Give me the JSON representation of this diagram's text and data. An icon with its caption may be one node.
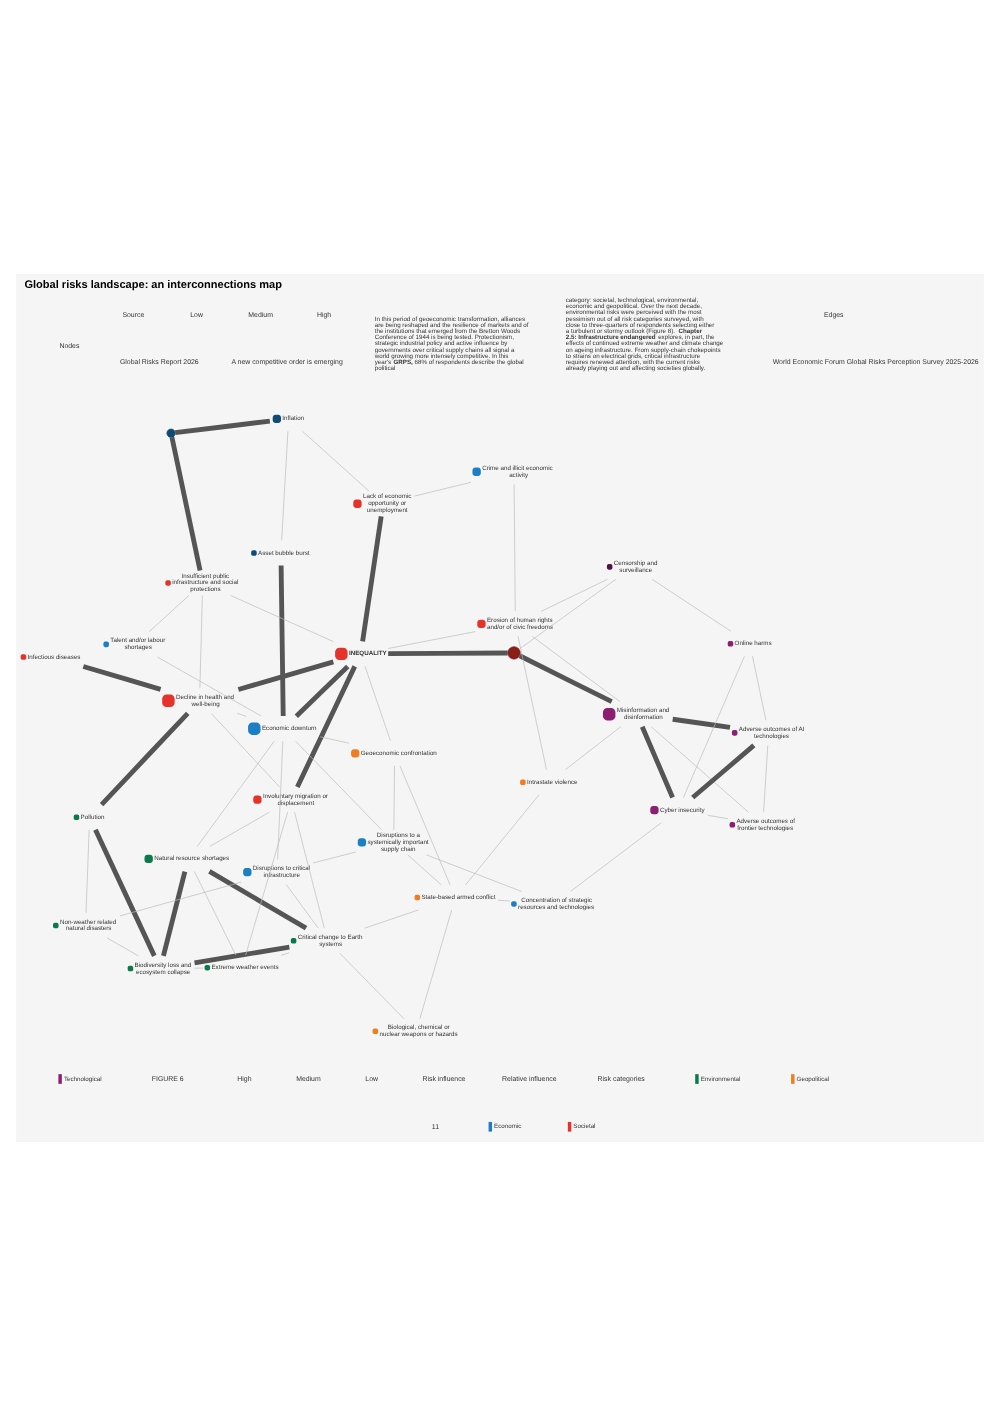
{
  "diagram": {
    "title": "Global risks landscape: an interconnections map",
    "nodes": [
      {
        "text": [
          "Critical change to Earth systems"
        ]
      },
      {
        "text": [
          "Biological, chemical or nuclear weapons or hazards"
        ]
      },
      {
        "text": [
          "Biodiversity loss and ecosystem collapse"
        ]
      },
      {
        "text": [
          "State-based armed conflict"
        ]
      },
      {
        "text": [
          "Non-weather related natural disasters"
        ]
      },
      {
        "text": [
          "Extreme weather events"
        ]
      },
      {
        "text": [
          "Disruptions to critical infrastructure"
        ]
      },
      {
        "text": [
          "Concentration of strategic resources and technologies"
        ]
      },
      {
        "text": [
          "Adverse outcomes of frontier technologies"
        ]
      },
      {
        "text": [
          "Pollution"
        ]
      },
      {
        "text": [
          "Natural resource shortages"
        ]
      },
      {
        "text": [
          "Involuntary migration or displacement"
        ]
      },
      {
        "text": [
          "Disruptions to a systemically important supply chain"
        ]
      },
      {
        "text": [
          "Misinformation and disinformation"
        ]
      },
      {
        "text": [
          "Cyber insecurity"
        ]
      },
      {
        "text": [
          "Infectious diseases"
        ]
      },
      {
        "text": [
          "Decline in health and well-being"
        ]
      },
      {
        "text": [
          "Economic downturn"
        ]
      },
      {
        "text": [
          "Geoeconomic confrontation"
        ]
      },
      {
        "text": [
          "Intrastate violence"
        ]
      },
      {
        "text": [
          "Adverse outcomes of AI technologies"
        ]
      },
      {
        "text": [
          "INEQUALITY"
        ]
      },
      {
        "text": [
          "Talent and/or labour shortages"
        ]
      },
      {
        "text": [
          "Insufficient public infrastructure and social protections"
        ]
      },
      {
        "text": [
          "Erosion of human rights and/or of civic freedoms"
        ]
      },
      {
        "text": [
          "Online harms"
        ]
      },
      {
        "text": [
          "Asset bubble burst"
        ]
      },
      {
        "text": [],
        "shape": "circle"
      },
      {
        "text": [],
        "shape": "circle"
      },
      {
        "text": [
          "Censorship and surveillance"
        ]
      },
      {
        "text": [
          "Inflation"
        ]
      },
      {
        "text": [
          "Lack of economic opportunity or unemployment"
        ]
      },
      {
        "text": [
          "Crime and illicit economic activity"
        ]
      }
    ],
    "edges": [
      {
        "from": 0,
        "to": 2,
        "arrow": "none",
        "style": "thick",
        "color": "#555555"
      },
      {
        "from": 2,
        "to": 9,
        "arrow": "none",
        "style": "thick",
        "color": "#555555"
      },
      {
        "from": 2,
        "to": 10,
        "arrow": "none",
        "style": "thick",
        "color": "#555555"
      },
      {
        "from": 0,
        "to": 10,
        "arrow": "none",
        "style": "thick",
        "color": "#555555"
      },
      {
        "from": 9,
        "to": 16,
        "arrow": "none",
        "style": "thick",
        "color": "#555555"
      },
      {
        "from": 15,
        "to": 16,
        "arrow": "none",
        "style": "thick",
        "color": "#555555"
      },
      {
        "from": 16,
        "to": 21,
        "arrow": "none",
        "style": "thick",
        "color": "#555555"
      },
      {
        "from": 17,
        "to": 21,
        "arrow": "none",
        "style": "thick",
        "color": "#555555"
      },
      {
        "from": 11,
        "to": 21,
        "arrow": "none",
        "style": "thick",
        "color": "#555555"
      },
      {
        "from": 13,
        "to": 20,
        "arrow": "none",
        "style": "thick",
        "color": "#555555"
      },
      {
        "from": 14,
        "to": 20,
        "arrow": "none",
        "style": "thick",
        "color": "#555555"
      },
      {
        "from": 13,
        "to": 14,
        "arrow": "none",
        "style": "thick",
        "color": "#555555"
      },
      {
        "from": 23,
        "to": 27,
        "arrow": "none",
        "style": "thick",
        "color": "#555555"
      },
      {
        "from": 27,
        "to": 30,
        "arrow": "none",
        "style": "thick",
        "color": "#555555"
      },
      {
        "from": 13,
        "to": 28,
        "arrow": "none",
        "style": "thick",
        "color": "#555555"
      },
      {
        "from": 17,
        "to": 26,
        "arrow": "none",
        "style": "thick",
        "color": "#555555"
      },
      {
        "from": 21,
        "to": 28,
        "arrow": "none",
        "style": "thick",
        "color": "#555555"
      },
      {
        "from": 21,
        "to": 31,
        "arrow": "none",
        "style": "thick",
        "color": "#555555"
      },
      {
        "from": 0,
        "to": 1,
        "arrow": "none"
      },
      {
        "from": 0,
        "to": 3,
        "arrow": "none"
      },
      {
        "from": 0,
        "to": 5,
        "arrow": "none"
      },
      {
        "from": 0,
        "to": 6,
        "arrow": "none"
      },
      {
        "from": 0,
        "to": 11,
        "arrow": "none"
      },
      {
        "from": 1,
        "to": 3,
        "arrow": "none"
      },
      {
        "from": 2,
        "to": 5,
        "arrow": "none"
      },
      {
        "from": 2,
        "to": 4,
        "arrow": "none"
      },
      {
        "from": 4,
        "to": 9,
        "arrow": "none"
      },
      {
        "from": 4,
        "to": 6,
        "arrow": "none"
      },
      {
        "from": 5,
        "to": 10,
        "arrow": "none"
      },
      {
        "from": 5,
        "to": 11,
        "arrow": "none"
      },
      {
        "from": 6,
        "to": 12,
        "arrow": "none"
      },
      {
        "from": 6,
        "to": 17,
        "arrow": "none"
      },
      {
        "from": 3,
        "to": 7,
        "arrow": "none"
      },
      {
        "from": 3,
        "to": 12,
        "arrow": "none"
      },
      {
        "from": 3,
        "to": 19,
        "arrow": "none"
      },
      {
        "from": 3,
        "to": 18,
        "arrow": "none"
      },
      {
        "from": 7,
        "to": 12,
        "arrow": "none"
      },
      {
        "from": 7,
        "to": 14,
        "arrow": "none"
      },
      {
        "from": 8,
        "to": 14,
        "arrow": "none"
      },
      {
        "from": 8,
        "to": 20,
        "arrow": "none"
      },
      {
        "from": 8,
        "to": 13,
        "arrow": "none"
      },
      {
        "from": 10,
        "to": 11,
        "arrow": "none"
      },
      {
        "from": 10,
        "to": 17,
        "arrow": "none"
      },
      {
        "from": 11,
        "to": 16,
        "arrow": "none"
      },
      {
        "from": 12,
        "to": 17,
        "arrow": "none"
      },
      {
        "from": 12,
        "to": 18,
        "arrow": "none"
      },
      {
        "from": 13,
        "to": 19,
        "arrow": "none"
      },
      {
        "from": 13,
        "to": 24,
        "arrow": "none"
      },
      {
        "from": 14,
        "to": 25,
        "arrow": "none"
      },
      {
        "from": 16,
        "to": 17,
        "arrow": "none"
      },
      {
        "from": 16,
        "to": 23,
        "arrow": "none"
      },
      {
        "from": 17,
        "to": 22,
        "arrow": "none"
      },
      {
        "from": 17,
        "to": 18,
        "arrow": "none"
      },
      {
        "from": 18,
        "to": 21,
        "arrow": "none"
      },
      {
        "from": 19,
        "to": 24,
        "arrow": "none"
      },
      {
        "from": 20,
        "to": 25,
        "arrow": "none"
      },
      {
        "from": 21,
        "to": 24,
        "arrow": "none"
      },
      {
        "from": 24,
        "to": 29,
        "arrow": "none"
      },
      {
        "from": 25,
        "to": 29,
        "arrow": "none"
      },
      {
        "from": 26,
        "to": 30,
        "arrow": "none"
      },
      {
        "from": 30,
        "to": 31,
        "arrow": "none"
      },
      {
        "from": 31,
        "to": 32,
        "arrow": "none"
      },
      {
        "from": 28,
        "to": 29,
        "arrow": "none"
      },
      {
        "from": 21,
        "to": 23,
        "arrow": "none"
      },
      {
        "from": 22,
        "to": 23,
        "arrow": "none"
      },
      {
        "from": 24,
        "to": 32,
        "arrow": "none"
      }
    ],
    "labels": [
      "FIGURE 6",
      "Nodes",
      "Risk influence",
      "High",
      "Medium",
      "Low",
      "Edges",
      "Relative influence",
      "High",
      "Medium",
      "Low",
      "Risk categories",
      "Source",
      "World Economic Forum Global Risks Perception Survey 2025-2026",
      "category: societal, technological, environmental, economic and geopolitical. Over the next decade, environmental risks were perceived with the most pessimism out of all risk categories surveyed, with close to three-quarters of respondents selecting either a turbulent or stormy outlook (Figure 8). **Chapter 2.5: Infrastructure endangered** explores, in part, the effects of continued extreme weather and climate change on ageing infrastructure. From supply-chain chokepoints to strains on electrical grids, critical infrastructure requires renewed attention, with the current risks already playing out and affecting societies globally.",
      "A new competitive order is emerging",
      "In this period of geoeconomic transformation, alliances are being reshaped and the resilience of markets and of the institutions that emerged from the Bretton Woods Conference of 1944 is being tested. Protectionism, strategic industrial policy and active influence by governments over critical supply chains all signal a world growing more intensely competitive. In this year's **GRPS,** 68% of respondents describe the global political",
      "Global Risks Report 2026",
      "11"
    ],
    "legend": [
      {
        "text": "Economic",
        "color": "#1a7fc4"
      },
      {
        "text": "Environmental",
        "color": "#0b7a4b"
      },
      {
        "text": "Geopolitical",
        "color": "#ef7d22"
      },
      {
        "text": "Societal",
        "color": "#e5322b"
      },
      {
        "text": "Technological",
        "color": "#8c1f72"
      }
    ]
  }
}
